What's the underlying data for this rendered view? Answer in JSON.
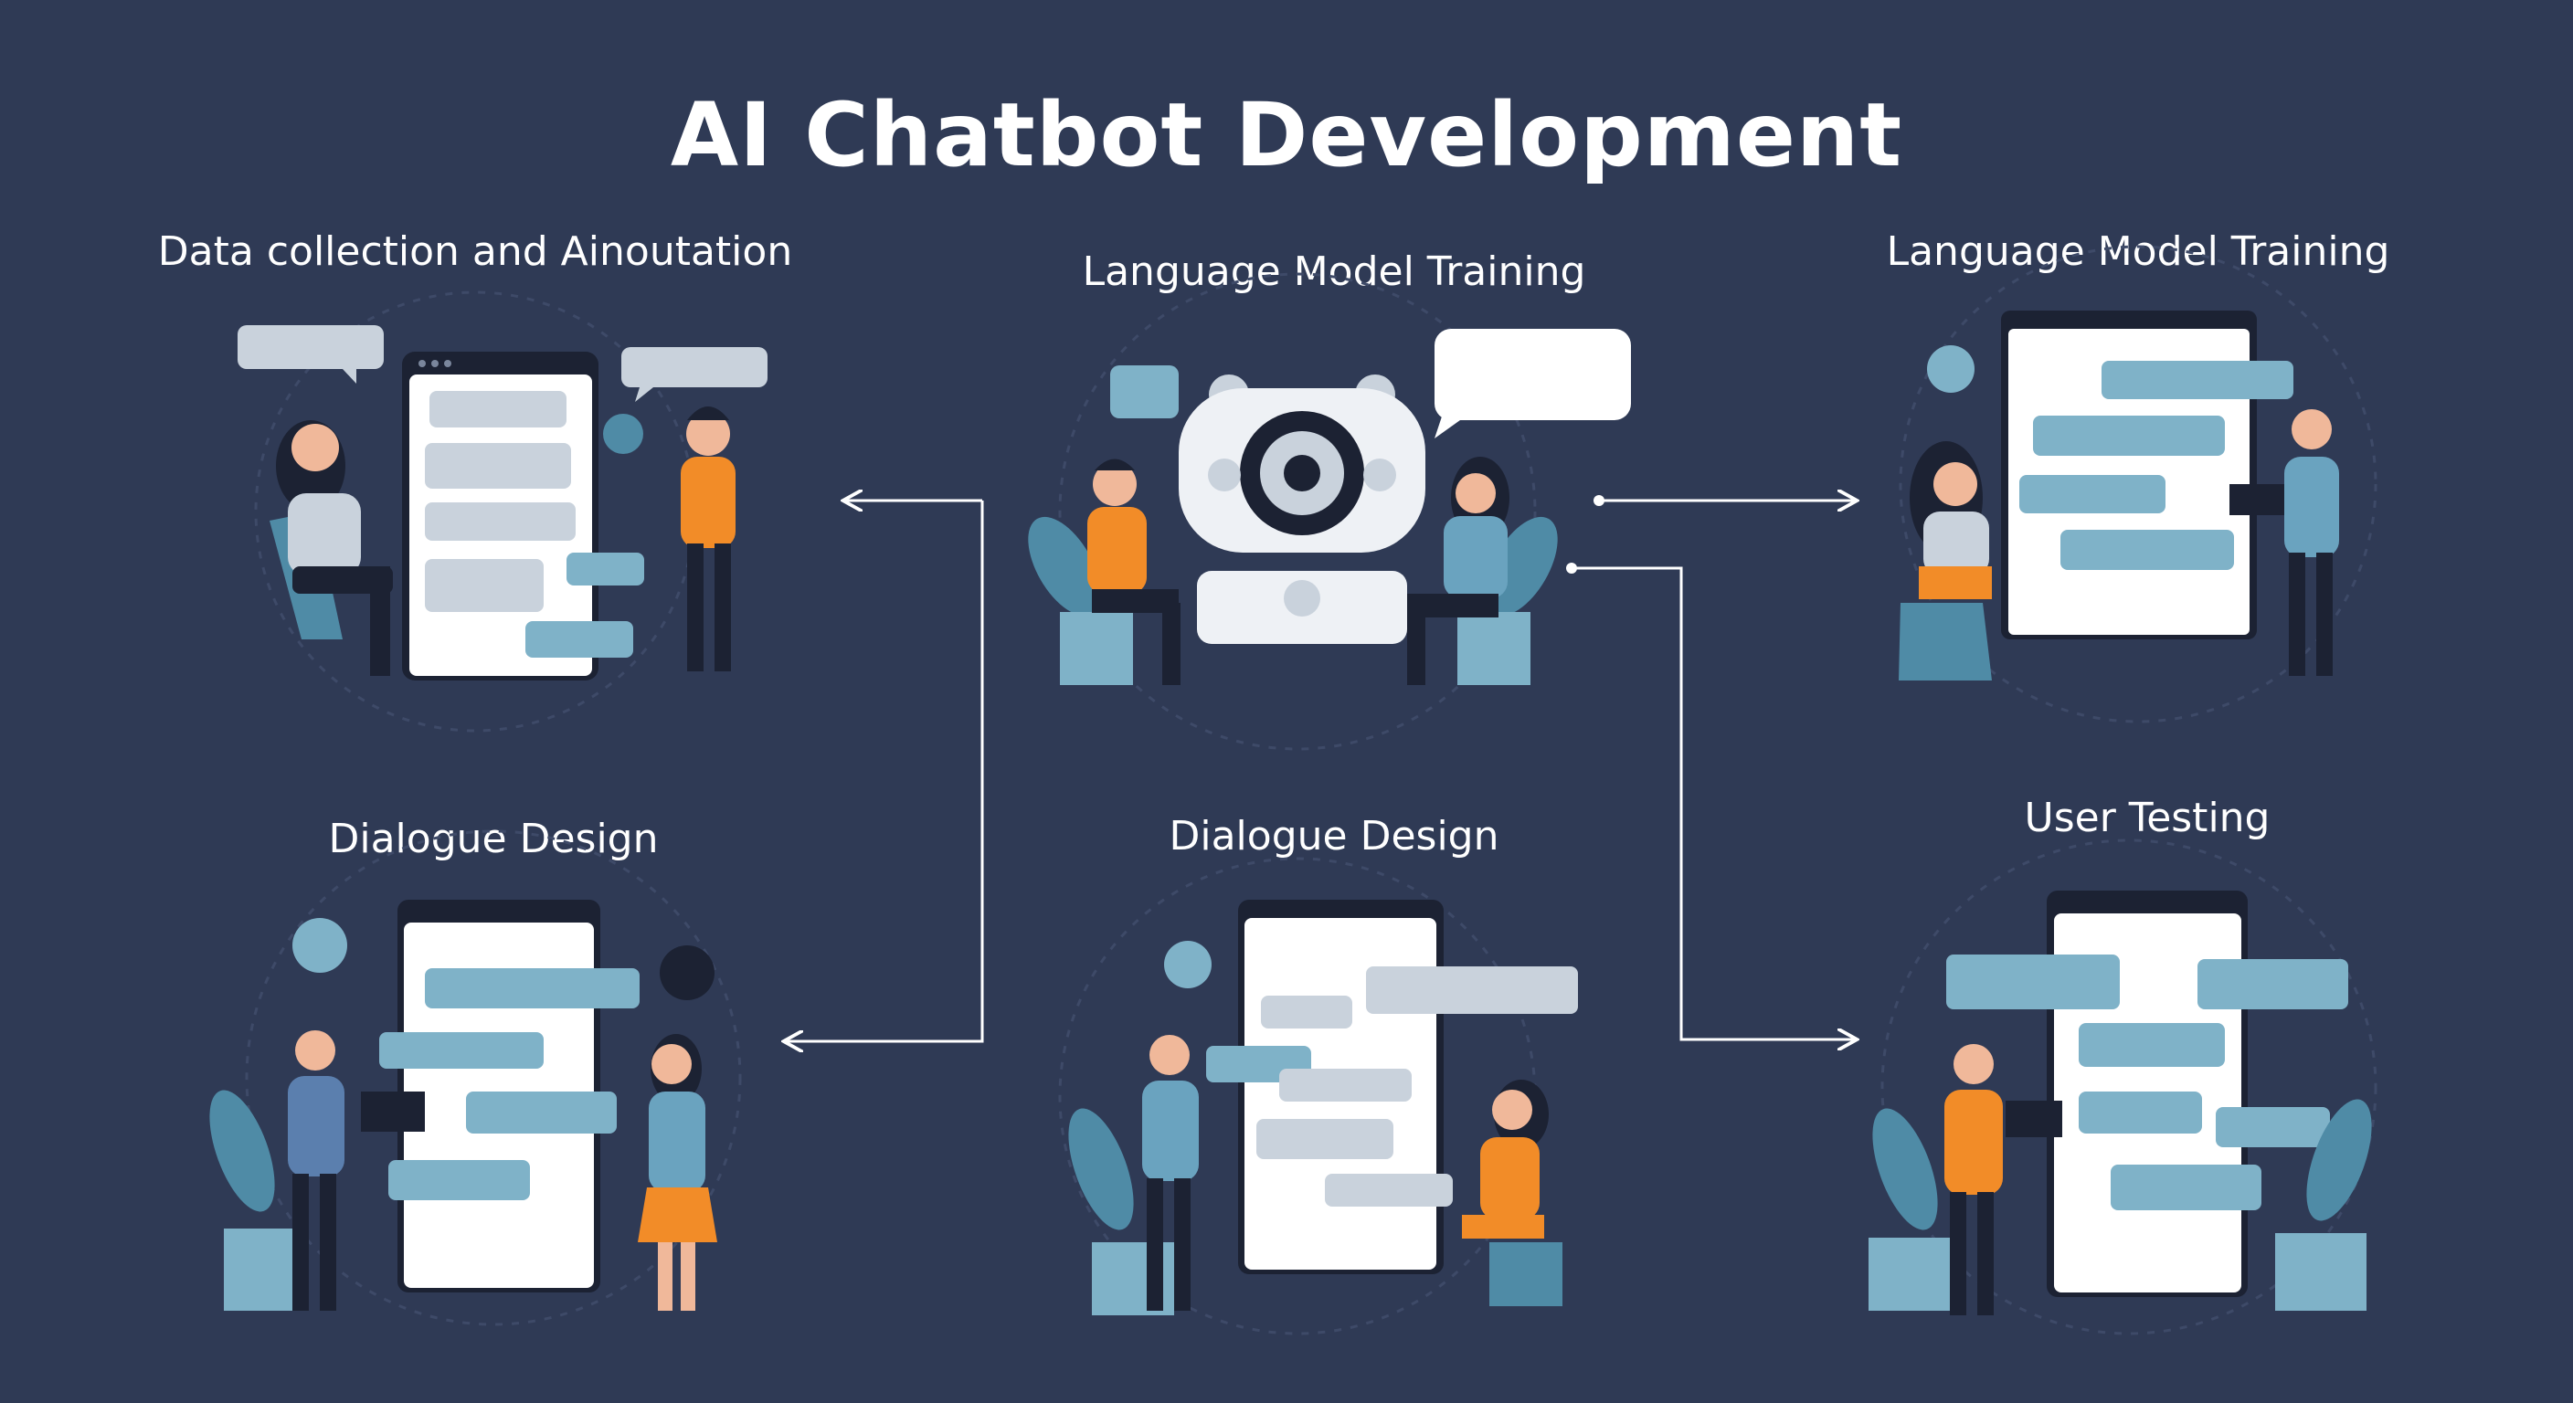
{
  "title": "AI Chatbot Development",
  "colors": {
    "background": "#2f3a55",
    "bubble_teal": "#7fb2c8",
    "bubble_gray": "#c9d2dc",
    "accent_orange": "#f28c28",
    "person_blue": "#6aa3bf",
    "plant": "#4f8ba6",
    "screen": "#ffffff",
    "dark": "#1c2233",
    "arrow": "#ffffff"
  },
  "panels": [
    {
      "id": "p1",
      "label": "Data collection and Ainoutation"
    },
    {
      "id": "p2",
      "label": "Language Model Training"
    },
    {
      "id": "p3",
      "label": "Language Model Training"
    },
    {
      "id": "p4",
      "label": "Dialogue Design"
    },
    {
      "id": "p5",
      "label": "Dialogue Design"
    },
    {
      "id": "p6",
      "label": "User Testing"
    }
  ],
  "icons": [
    "robot-head-icon",
    "chat-bubble-icon",
    "user-avatar-icon",
    "laptop-icon",
    "chair-icon",
    "plant-icon",
    "phone-screen-icon",
    "heart-check-icon"
  ]
}
